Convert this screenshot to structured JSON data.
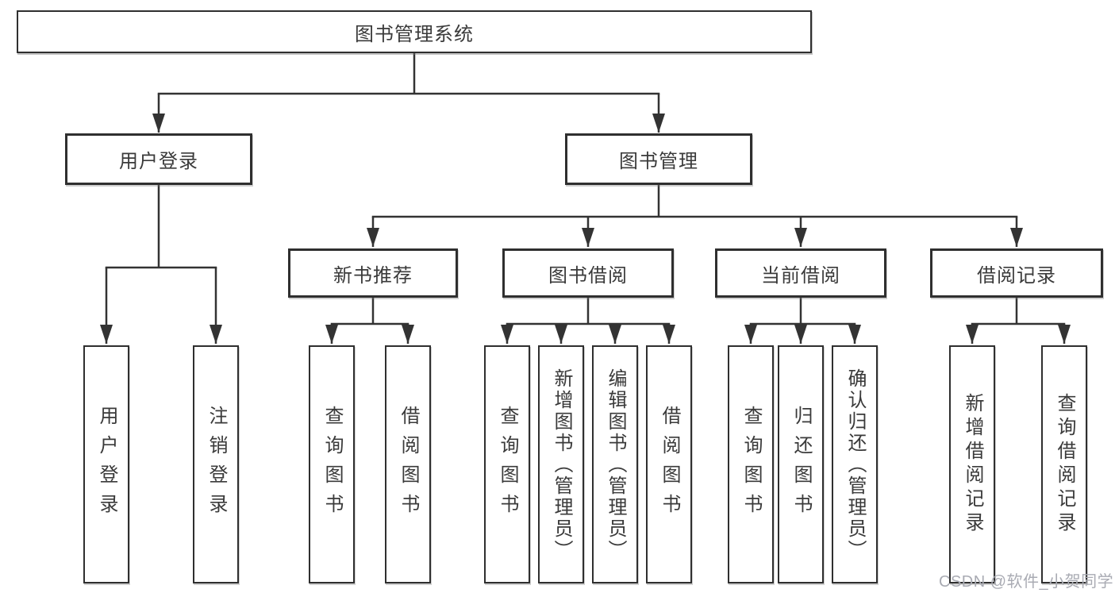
{
  "diagram": {
    "root": {
      "label": "图书管理系统"
    },
    "level2": [
      {
        "id": "user-login",
        "label": "用户登录"
      },
      {
        "id": "book-management",
        "label": "图书管理"
      }
    ],
    "level3": [
      {
        "id": "new-book-recommend",
        "label": "新书推荐",
        "parent": "图书管理"
      },
      {
        "id": "book-borrow",
        "label": "图书借阅",
        "parent": "图书管理"
      },
      {
        "id": "current-borrow",
        "label": "当前借阅",
        "parent": "图书管理"
      },
      {
        "id": "borrow-record",
        "label": "借阅记录",
        "parent": "图书管理"
      }
    ],
    "leaves": [
      {
        "id": "user-login-leaf",
        "label": "用户登录",
        "parent": "用户登录"
      },
      {
        "id": "logout",
        "label": "注销登录",
        "parent": "用户登录"
      },
      {
        "id": "query-books-recommend",
        "label": "查询图书",
        "parent": "新书推荐"
      },
      {
        "id": "borrow-books-recommend",
        "label": "借阅图书",
        "parent": "新书推荐"
      },
      {
        "id": "query-books-borrow",
        "label": "查询图书",
        "parent": "图书借阅"
      },
      {
        "id": "add-books-admin",
        "label": "新增图书（管理员）",
        "parent": "图书借阅"
      },
      {
        "id": "edit-books-admin",
        "label": "编辑图书（管理员）",
        "parent": "图书借阅"
      },
      {
        "id": "borrow-books",
        "label": "借阅图书",
        "parent": "图书借阅"
      },
      {
        "id": "query-books-current",
        "label": "查询图书",
        "parent": "当前借阅"
      },
      {
        "id": "return-books",
        "label": "归还图书",
        "parent": "当前借阅"
      },
      {
        "id": "confirm-return-admin",
        "label": "确认归还（管理员）",
        "parent": "当前借阅"
      },
      {
        "id": "add-borrow-record",
        "label": "新增借阅记录",
        "parent": "借阅记录"
      },
      {
        "id": "query-borrow-record",
        "label": "查询借阅记录",
        "parent": "借阅记录"
      }
    ]
  },
  "watermark": {
    "text": "CSDN @软件_小贺同学"
  },
  "colors": {
    "line": "#333333",
    "text": "#3a3a3a",
    "box_bg": "#ffffff",
    "watermark": "#a9abb3",
    "background": "#ffffff"
  }
}
